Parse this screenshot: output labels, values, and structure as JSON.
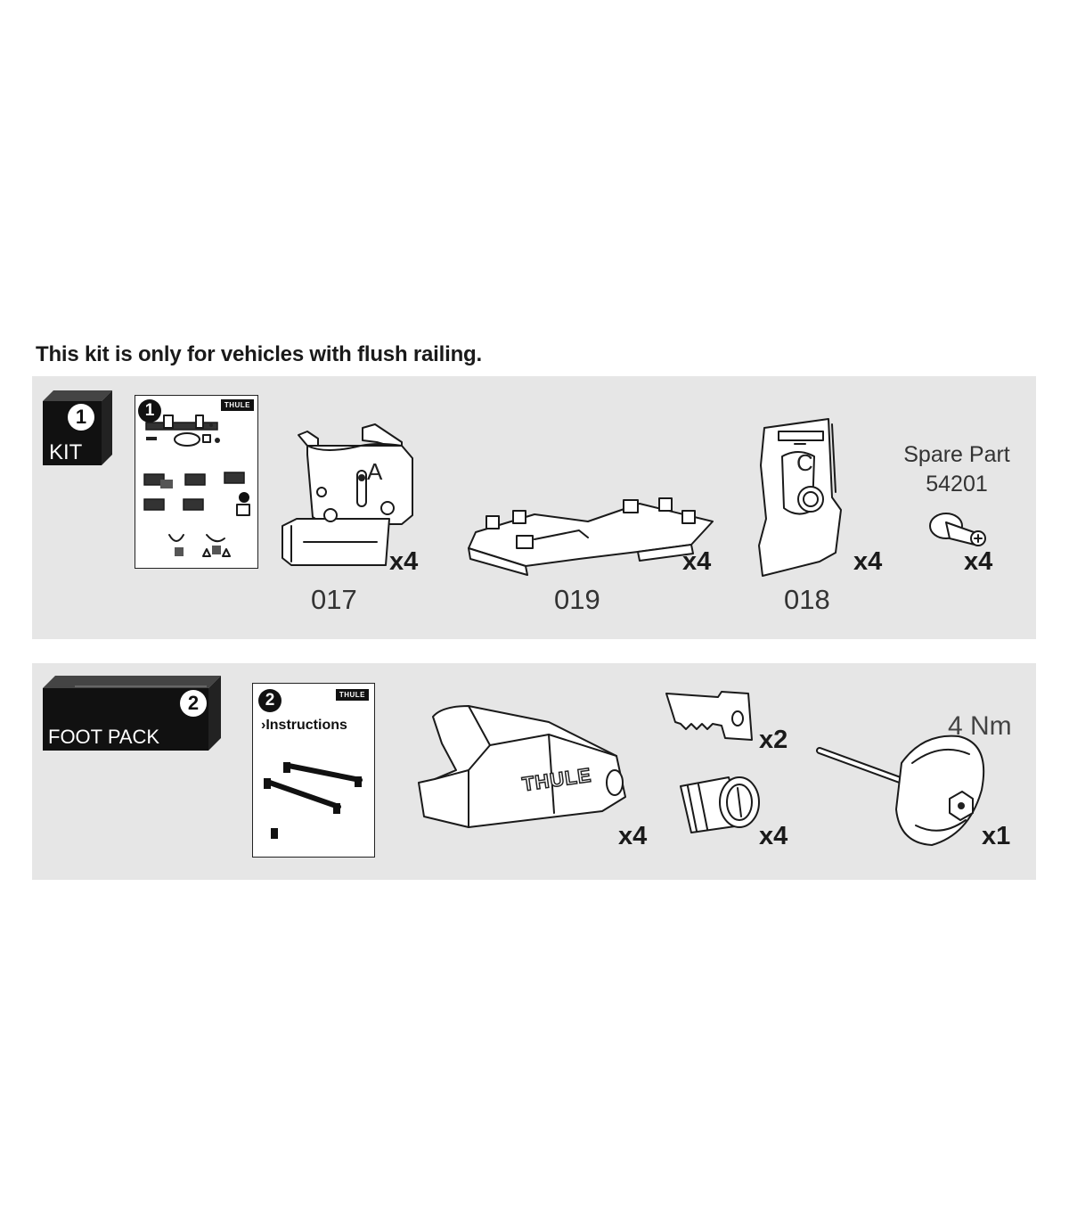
{
  "headline": "This kit is only for vehicles with flush railing.",
  "kit": {
    "badge_number": "1",
    "badge_label": "KIT",
    "booklet_number": "1",
    "booklet_logo": "THULE",
    "parts": [
      {
        "code": "017",
        "qty": "x4",
        "letter": "A"
      },
      {
        "code": "019",
        "qty": "x4"
      },
      {
        "code": "018",
        "qty": "x4",
        "letter": "C"
      }
    ],
    "spare": {
      "line1": "Spare Part",
      "line2": "54201",
      "qty": "x4"
    }
  },
  "foot_pack": {
    "badge_number": "2",
    "badge_label": "FOOT PACK",
    "booklet_number": "2",
    "booklet_logo": "THULE",
    "instructions": "Instructions",
    "foot": {
      "logo": "THULE",
      "qty": "x4"
    },
    "key": {
      "qty": "x2"
    },
    "lock_cylinder": {
      "qty": "x4"
    },
    "tool": {
      "torque": "4 Nm",
      "qty": "x1"
    }
  },
  "colors": {
    "panel": "#e6e6e6",
    "badge": "#111111",
    "text": "#1a1a1a"
  }
}
